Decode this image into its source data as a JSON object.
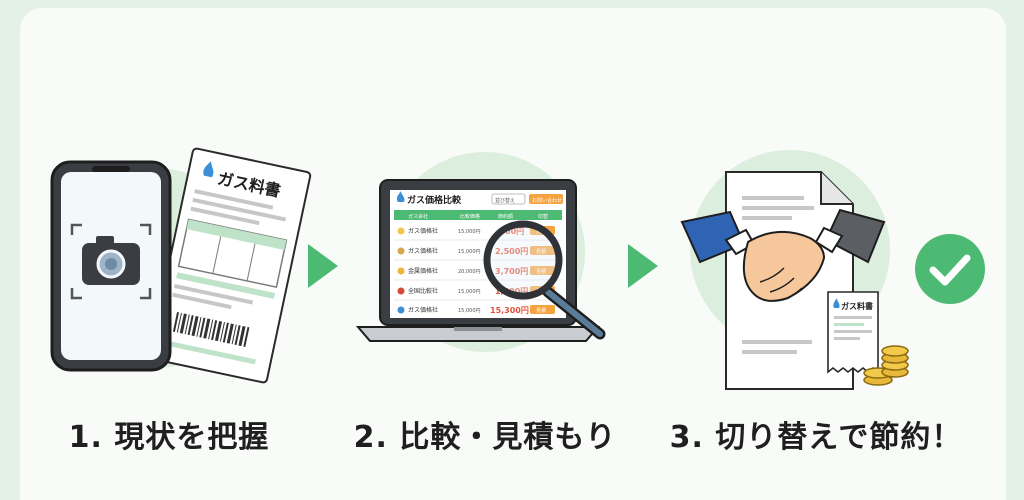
{
  "steps": [
    {
      "number": "1.",
      "label": "現状を把握"
    },
    {
      "number": "2.",
      "label": "比較・見積もり"
    },
    {
      "number": "3.",
      "label": "切り替えで節約！"
    }
  ],
  "bill": {
    "title": "ガス料書"
  },
  "compare": {
    "app_title": "ガス価格比較",
    "dropdown": "並び替え",
    "tab": "お問い合わせ",
    "columns": [
      "ガス会社",
      "比較価格",
      "節約額",
      "切替"
    ],
    "rows": [
      {
        "company": "ガス価格社",
        "price": "15,000円",
        "saving": "00円",
        "action": "見積"
      },
      {
        "company": "ガス価格社",
        "price": "15,000円",
        "saving": "2,500円",
        "action": "見積"
      },
      {
        "company": "金属価格社",
        "price": "20,000円",
        "saving": "3,700円",
        "action": "見積"
      },
      {
        "company": "全国比較社",
        "price": "15,000円",
        "saving": "1,500円",
        "action": "見積"
      },
      {
        "company": "ガス価格社",
        "price": "15,000円",
        "saving": "15,300円",
        "action": "見積"
      }
    ]
  },
  "receipt": {
    "title": "ガス料書"
  },
  "colors": {
    "accent": "#4dba73",
    "circle": "#dcefdf",
    "background": "#e3f1e6"
  }
}
